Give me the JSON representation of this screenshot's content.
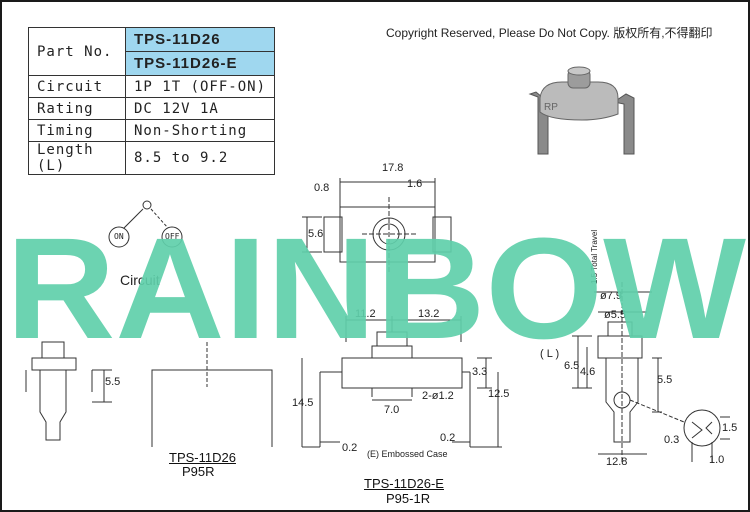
{
  "spec_table": {
    "part_no_label": "Part No.",
    "part_numbers": [
      "TPS-11D26",
      "TPS-11D26-E"
    ],
    "rows": [
      {
        "label": "Circuit",
        "value": "1P 1T (OFF-ON)"
      },
      {
        "label": "Rating",
        "value": "DC 12V 1A"
      },
      {
        "label": "Timing",
        "value": "Non-Shorting"
      },
      {
        "label": "Length (L)",
        "value": "8.5 to 9.2"
      }
    ]
  },
  "copyright": "Copyright Reserved, Please Do Not Copy. 版权所有,不得翻印",
  "watermark": {
    "text": "RAINBOW",
    "color": "#5fcfaa"
  },
  "component_mark": "RP",
  "circuit": {
    "label": "Circuit",
    "on": "ON",
    "off": "OFF"
  },
  "top_view": {
    "width": "17.8",
    "hole": "1.6",
    "gap": "0.8",
    "height": "5.6"
  },
  "left_view": {
    "height": "5.5",
    "title": "TPS-11D26",
    "sub": "P95R"
  },
  "front_view": {
    "left_w": "11.2",
    "right_w": "13.2",
    "total_h": "14.5",
    "h1": "3.3",
    "h2": "12.5",
    "pin_pitch": "7.0",
    "pin_dia": "2-ø1.2",
    "clear_l": "0.2",
    "clear_r": "0.2",
    "emboss": "(E) Embossed Case",
    "title": "TPS-11D26-E",
    "sub": "P95-1R"
  },
  "side_view": {
    "travel": "1.5 Total Travel",
    "d_outer": "ø7.9",
    "d_inner": "ø5.5",
    "length": "( L )",
    "h65": "6.5",
    "h46": "4.6",
    "h55": "5.5",
    "base": "12.8"
  },
  "detail": {
    "w": "1.0",
    "h": "1.5",
    "gap": "0.3"
  }
}
